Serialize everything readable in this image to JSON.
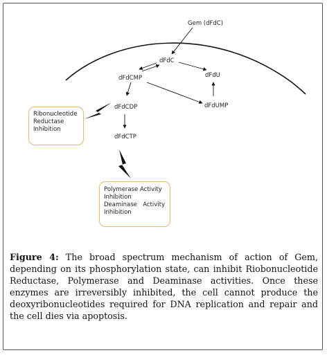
{
  "diagram": {
    "gem": "Gem (dFdC)",
    "dfdc": "dFdC",
    "dfdcmp": "dFdCMP",
    "dfdu": "dFdU",
    "dfdump": "dFdUMP",
    "dfdcdp": "dFdCDP",
    "dfdctp": "dFdCTP",
    "ribonucleotide_box": {
      "line1": "Ribonucleotide",
      "line2": "Reductase",
      "line3": "Inhibition"
    },
    "polymerase_box": {
      "line1": "Polymerase Activity",
      "line2": "Inhibition",
      "line3_word1": "Deaminase",
      "line3_word2": "Activity",
      "line4": "Inhibition"
    }
  },
  "caption": {
    "label": "Figure 4:",
    "text": " The broad spectrum mechanism of action of Gem, depending on its phosphorylation state, can inhibit Riobonucleotide Reductase, Polymerase and Deaminase activities. Once these enzymes are irreversibly inhibited, the cell cannot produce the deoxyribonucleotides required for DNA replication and repair and the cell dies via apoptosis."
  },
  "colors": {
    "box_border": "#e2b877",
    "line": "#111111",
    "text": "#222222"
  }
}
